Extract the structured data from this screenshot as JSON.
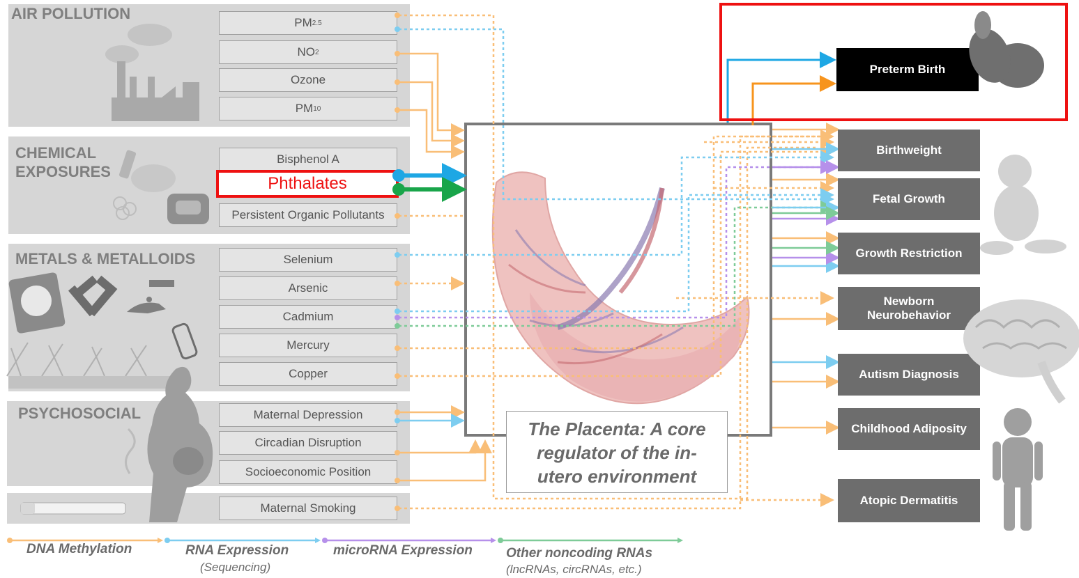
{
  "categories": {
    "air": "AIR POLLUTION",
    "chemical_1": "CHEMICAL",
    "chemical_2": "EXPOSURES",
    "metals": "METALS & METALLOIDS",
    "psychosocial": "PSYCHOSOCIAL"
  },
  "exposures": {
    "pm25": "PM",
    "pm25_sub": "2.5",
    "no2": "NO",
    "no2_sub": "2",
    "ozone": "Ozone",
    "pm10": "PM",
    "pm10_sub": "10",
    "bpa": "Bisphenol A",
    "phthalates": "Phthalates",
    "pops": "Persistent Organic Pollutants",
    "selenium": "Selenium",
    "arsenic": "Arsenic",
    "cadmium": "Cadmium",
    "mercury": "Mercury",
    "copper": "Copper",
    "depression": "Maternal Depression",
    "circadian": "Circadian Disruption",
    "ses": "Socioeconomic Position",
    "smoking": "Maternal Smoking"
  },
  "outcomes": {
    "preterm": "Preterm Birth",
    "birthweight": "Birthweight",
    "fetal_growth": "Fetal Growth",
    "growth_restriction": "Growth Restriction",
    "neuro_1": "Newborn",
    "neuro_2": "Neurobehavior",
    "autism": "Autism Diagnosis",
    "adiposity": "Childhood Adiposity",
    "atopic": "Atopic Dermatitis"
  },
  "placenta_caption": [
    "The Placenta: A core",
    "regulator of the in-",
    "utero environment"
  ],
  "legend": {
    "dna": "DNA Methylation",
    "rna": "RNA Expression",
    "rna_sub": "(Sequencing)",
    "mirna": "microRNA Expression",
    "other": "Other noncoding RNAs",
    "other_sub": "(lncRNAs, circRNAs, etc.)"
  },
  "colors": {
    "dna_methylation": "#f9be77",
    "rna_expression": "#7dcdf0",
    "microrna": "#b690ea",
    "other_ncrna": "#7ecb98",
    "highlight_red": "#ee1111",
    "highlight_blue": "#1ea7e4",
    "highlight_green": "#19a54a",
    "highlight_orange": "#f7941d"
  }
}
